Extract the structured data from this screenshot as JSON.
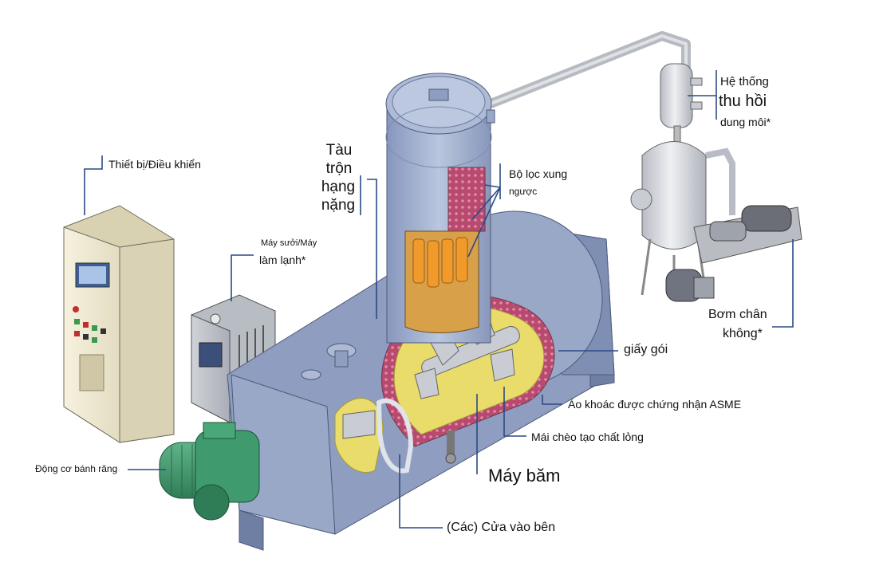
{
  "labels": {
    "controls": "Thiết bị/Điều khiển",
    "heater_line1": "Máy sưởi/Máy",
    "heater_line2": "làm lạnh*",
    "vessel_line1": "Tàu",
    "vessel_line2": "trộn",
    "vessel_line3": "hạng",
    "vessel_line4": "nặng",
    "filter_line1": "Bộ lọc xung",
    "filter_line2": "ngược",
    "recovery_line1": "Hệ thống",
    "recovery_line2": "thu hồi",
    "recovery_line3": "dung môi*",
    "vacuum_line1": "Bơm chân",
    "vacuum_line2": "không*",
    "seal": "giấy gói",
    "jacket": "Áo khoác được chứng nhận ASME",
    "paddles": "Mái chèo tạo chất lỏng",
    "chopper": "Máy băm",
    "doors": "(Các) Cửa vào bên",
    "gear_motor": "Động cơ bánh răng"
  },
  "colors": {
    "leader": "#2b4a84",
    "vessel_blue": "#a9b8d4",
    "vessel_dark": "#7d8fb4",
    "interior_yellow": "#e9dc6a",
    "jacket_pink": "#c8587e",
    "filter_orange": "#f09a2b",
    "motor_green": "#3f9a6e",
    "cabinet": "#efead3",
    "tank_grey": "#d9dbe0"
  }
}
